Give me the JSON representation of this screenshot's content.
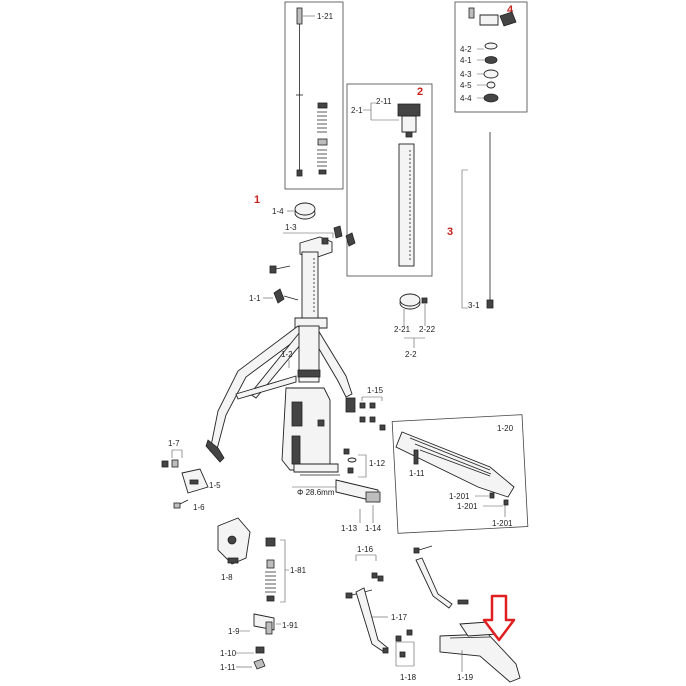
{
  "sections": [
    "1",
    "2",
    "3",
    "4"
  ],
  "labels": {
    "p1_21": "1-21",
    "p4_2": "4-2",
    "p4_1": "4-1",
    "p4_3": "4-3",
    "p4_5": "4-5",
    "p4_4": "4-4",
    "p2_1": "2-1",
    "p2_11": "2-11",
    "p1_4": "1-4",
    "p1_3": "1-3",
    "p1_1": "1-1",
    "p1_2": "1-2",
    "p3_1": "3-1",
    "p2_21": "2-21",
    "p2_22": "2-22",
    "p2_2": "2-2",
    "p1_15": "1-15",
    "p1_20": "1-20",
    "p1_7": "1-7",
    "p1_12": "1-12",
    "p1_11a": "1-11",
    "p1_5": "1-5",
    "p1_6": "1-6",
    "diameter": "Φ 28.6mm",
    "p1_201a": "1-201",
    "p1_201b": "1-201",
    "p1_201c": "1-201",
    "p1_13": "1-13",
    "p1_14": "1-14",
    "p1_8": "1-8",
    "p1_81": "1-81",
    "p1_16": "1-16",
    "p1_17": "1-17",
    "p1_9": "1-9",
    "p1_91": "1-91",
    "p1_10": "1-10",
    "p1_11b": "1-11",
    "p1_18": "1-18",
    "p1_19": "1-19"
  },
  "colors": {
    "section_number": "#c8221e",
    "indicator_arrow": "#e02020"
  },
  "indicator": "red-down-arrow"
}
